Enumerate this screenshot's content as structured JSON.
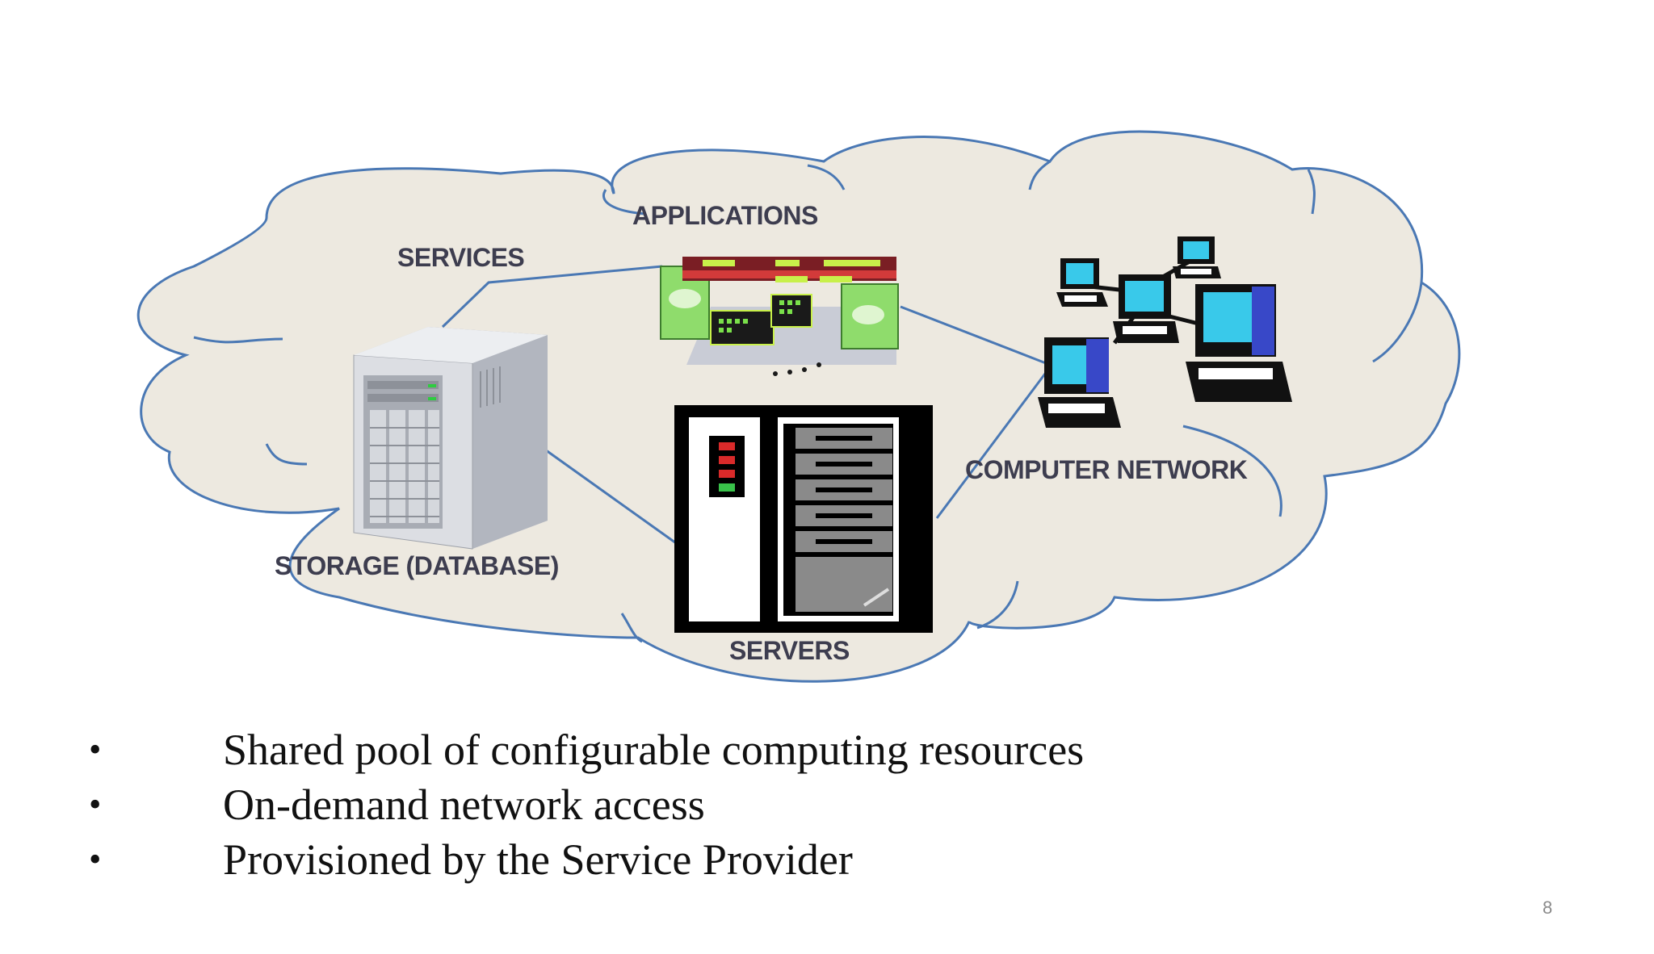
{
  "diagram": {
    "labels": {
      "services": "SERVICES",
      "applications": "APPLICATIONS",
      "storage": "STORAGE (DATABASE)",
      "servers": "SERVERS",
      "computer_network": "COMPUTER NETWORK"
    },
    "colors": {
      "cloud_fill": "#ede9e0",
      "cloud_stroke": "#4a78b4",
      "connector": "#4a78b4",
      "label_text": "#3d3d4f"
    },
    "icons": [
      "cloud-icon",
      "database-server-icon",
      "applications-icon",
      "server-rack-icon",
      "computer-network-icon"
    ]
  },
  "bullets": [
    {
      "symbol": "•",
      "text": "Shared pool of configurable computing resources"
    },
    {
      "symbol": "•",
      "text": "On-demand network access"
    },
    {
      "symbol": "•",
      "text": "Provisioned by the Service Provider"
    }
  ],
  "page_number": "8"
}
